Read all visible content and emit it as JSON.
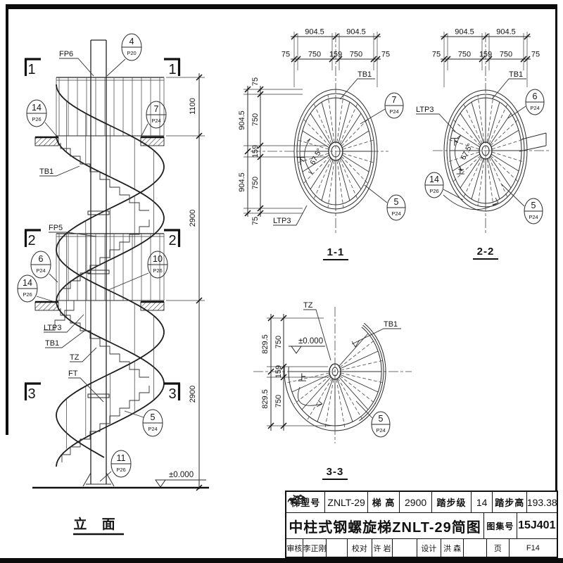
{
  "page": {
    "paper": "#ffffff",
    "ink": "#1f1f1f"
  },
  "drawing": {
    "elevation": {
      "title": "立 面",
      "section_marks": [
        "1",
        "2",
        "3"
      ],
      "labels": {
        "fp6": "FP6",
        "tb1_top": "TB1",
        "fp5": "FP5",
        "ltp3": "LTP3",
        "tb1_mid": "TB1",
        "tz": "TZ",
        "ft": "FT"
      },
      "level": "±0.000",
      "dims_right": [
        "1100",
        "2900",
        "2900"
      ],
      "balloons": {
        "b4": {
          "num": "4",
          "ref": "P20"
        },
        "b14_top": {
          "num": "14",
          "ref": "P26"
        },
        "b7": {
          "num": "7",
          "ref": "P24"
        },
        "b6": {
          "num": "6",
          "ref": "P24"
        },
        "b10": {
          "num": "10",
          "ref": "P26"
        },
        "b14_mid": {
          "num": "14",
          "ref": "P26"
        },
        "b5": {
          "num": "5",
          "ref": "P24"
        },
        "b11": {
          "num": "11",
          "ref": "P26"
        }
      }
    },
    "plan_11": {
      "title": "1-1",
      "dims_top": [
        "904.5",
        "904.5"
      ],
      "dims_top_sub": [
        "75",
        "750",
        "159",
        "750",
        "75"
      ],
      "dims_left": [
        "904.5",
        "904.5"
      ],
      "dims_left_sub": [
        "75",
        "750",
        "159",
        "750",
        "75"
      ],
      "angle": "67.5°",
      "down": "下",
      "labels": {
        "tb1": "TB1",
        "ltp3": "LTP3"
      },
      "balloons": {
        "b7": {
          "num": "7",
          "ref": "P24"
        },
        "b5": {
          "num": "5",
          "ref": "P24"
        }
      }
    },
    "plan_22": {
      "title": "2-2",
      "dims_top": [
        "904.5",
        "904.5"
      ],
      "dims_top_sub": [
        "75",
        "750",
        "159",
        "750",
        "75"
      ],
      "angle": "67.5°",
      "down": "下",
      "up": "上",
      "labels": {
        "tb1": "TB1",
        "ltp3": "LTP3"
      },
      "balloons": {
        "b6": {
          "num": "6",
          "ref": "P24"
        },
        "b14": {
          "num": "14",
          "ref": "P26"
        },
        "b5": {
          "num": "5",
          "ref": "P24"
        }
      }
    },
    "plan_33": {
      "title": "3-3",
      "dims_left": [
        "829.5",
        "829.5"
      ],
      "dims_left_sub": [
        "750",
        "159",
        "750"
      ],
      "level": "±0.000",
      "up": "上",
      "labels": {
        "tz": "TZ",
        "tb1": "TB1"
      },
      "balloons": {
        "b5": {
          "num": "5",
          "ref": "P24"
        }
      }
    }
  },
  "titleblock": {
    "row1": [
      "梯型号",
      "ZNLT-29",
      "梯  高",
      "2900",
      "踏步级",
      "14",
      "踏步高",
      "193.38"
    ],
    "drawing_title": "中柱式钢螺旋梯ZNLT-29简图",
    "atlas_label": "图集号",
    "atlas_no": "15J401",
    "row3": {
      "audit_label": "审核",
      "auditor": "李正刚",
      "proof_label": "校对",
      "proofer": "许 岩",
      "design_label": "设计",
      "designer": "洪 森",
      "page_label": "页",
      "page_no": "F14"
    }
  }
}
